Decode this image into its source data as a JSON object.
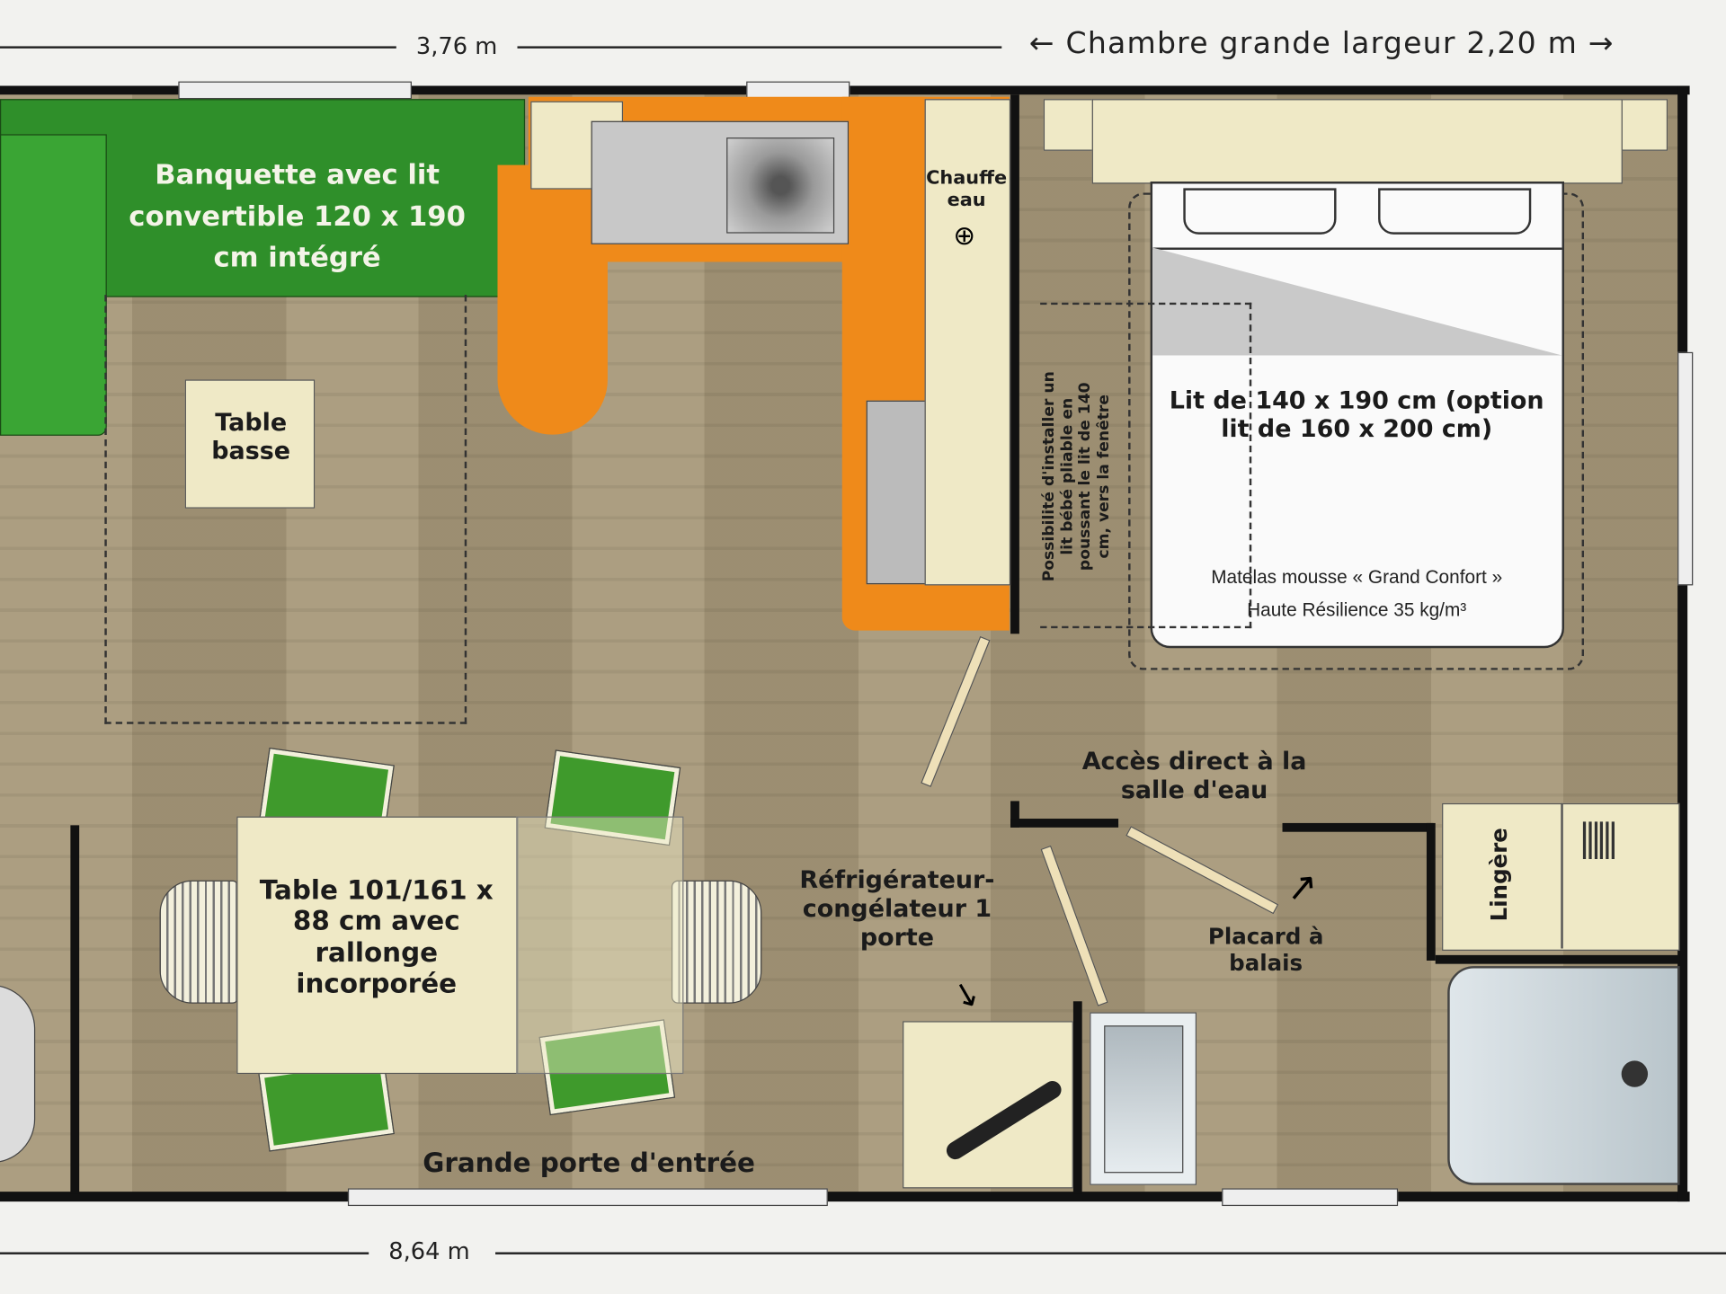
{
  "dimensions": {
    "top_living": "3,76 m",
    "top_bedroom": "← Chambre grande largeur 2,20 m →",
    "bottom_total": "8,64 m"
  },
  "labels": {
    "banquette": "Banquette avec lit convertible 120 x 190 cm intégré",
    "coffee_table": "Table basse",
    "water_heater": "Chauffe eau",
    "baby_bed_note": "Possibilité d'installer un lit bébé pliable en poussant le lit de 140 cm, vers la fenêtre",
    "bed": "Lit de 140 x 190 cm (option lit de 160 x 200 cm)",
    "mattress_line1": "Matelas mousse « Grand Confort »",
    "mattress_line2": "Haute Résilience 35 kg/m³",
    "bathroom_access": "Accès direct à la salle d'eau",
    "fridge": "Réfrigérateur-congélateur 1 porte",
    "broom_closet": "Placard à balais",
    "linen": "Lingère",
    "dining_table": "Table 101/161 x 88 cm avec rallonge incorporée",
    "entrance": "Grande porte d'entrée"
  },
  "colors": {
    "floor": "#a8997a",
    "banquette": "#2f8f2a",
    "kitchen": "#ef8a1a",
    "wall": "#111111"
  }
}
